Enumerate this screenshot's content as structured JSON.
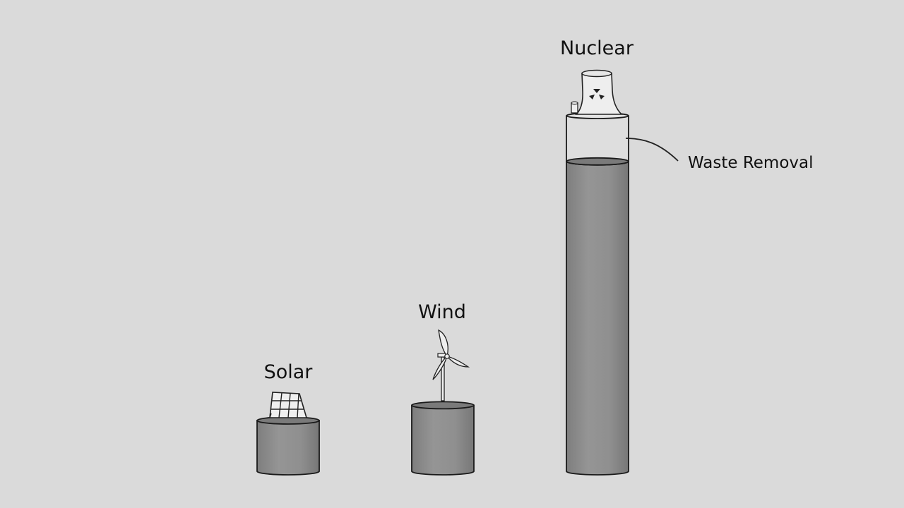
{
  "chart_data": {
    "type": "bar",
    "style": "hand-drawn cylinders",
    "categories": [
      "Solar",
      "Wind",
      "Nuclear"
    ],
    "values": [
      1,
      1.3,
      6.1
    ],
    "bar_color": "#8a8a8a",
    "background": "#dadada",
    "icons": [
      "solar-panel-icon",
      "wind-turbine-icon",
      "cooling-tower-icon"
    ],
    "annotation": {
      "text": "Waste Removal",
      "target": "Nuclear",
      "range": [
        6.1,
        7.0
      ]
    }
  }
}
